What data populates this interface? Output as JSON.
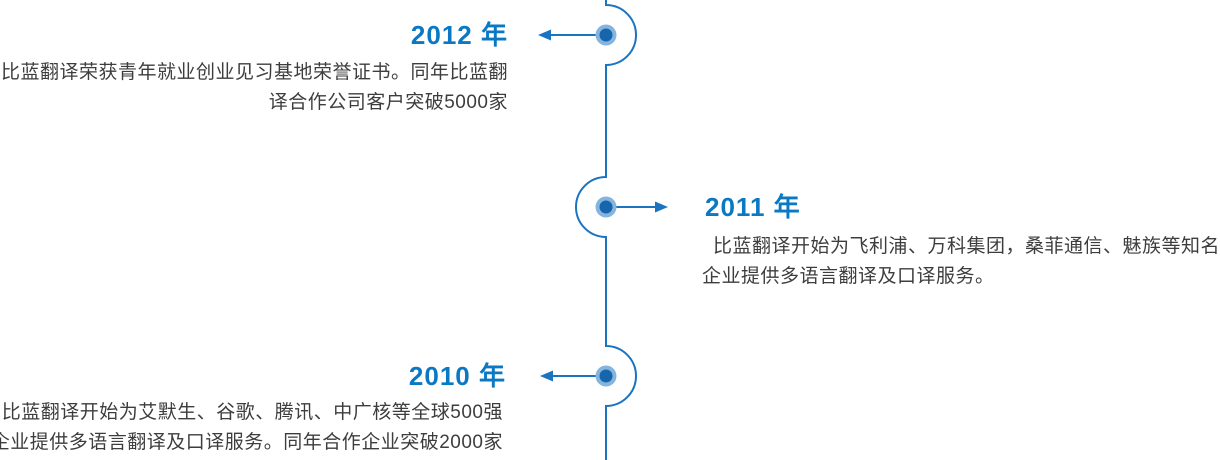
{
  "colors": {
    "accent_blue": "#0a78c2",
    "line_blue": "#1b74c0",
    "dot_blue": "#1766ad",
    "dot_halo": "#85b5de",
    "text_dark": "#3d3d3d",
    "page_bg": "#ffffff"
  },
  "timeline": {
    "events": [
      {
        "year": "2012 年",
        "side": "left",
        "description_lines": [
          "比蓝翻译荣获青年就业创业见习基地荣誉证书。同年比蓝翻",
          "译合作公司客户突破5000家"
        ]
      },
      {
        "year": "2011 年",
        "side": "right",
        "description_lines": [
          "比蓝翻译开始为飞利浦、万科集团，桑菲通信、魅族等知名",
          "企业提供多语言翻译及口译服务。"
        ]
      },
      {
        "year": "2010 年",
        "side": "left",
        "description_lines": [
          "比蓝翻译开始为艾默生、谷歌、腾讯、中广核等全球500强",
          "企业提供多语言翻译及口译服务。同年合作企业突破2000家"
        ]
      }
    ]
  }
}
